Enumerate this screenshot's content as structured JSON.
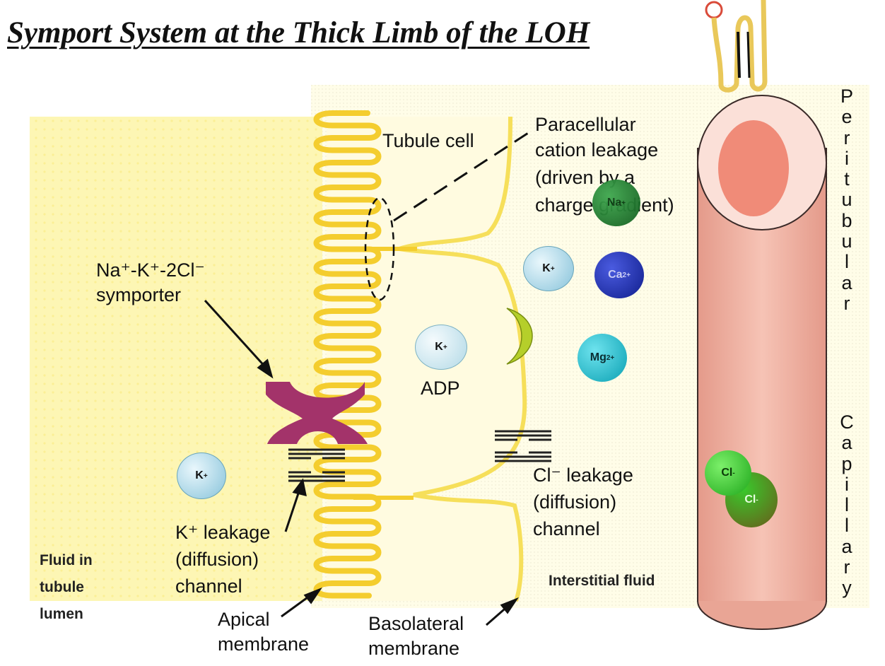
{
  "title": "Symport System at the Thick Limb of the LOH",
  "labels": {
    "tubule_cell": "Tubule cell",
    "paracellular": [
      "Paracellular",
      "cation leakage",
      "(driven by a",
      "charge gradient)"
    ],
    "symporter_line1": "Na⁺-K⁺-2Cl⁻",
    "symporter_line2": "symporter",
    "adp": "ADP",
    "k_leakage": [
      "K⁺ leakage",
      "(diffusion)",
      "channel"
    ],
    "cl_leakage": [
      "Cl⁻ leakage",
      "(diffusion)",
      "channel"
    ],
    "fluid_lumen": [
      "Fluid in",
      "tubule",
      "lumen"
    ],
    "interstitial_fluid": "Interstitial fluid",
    "apical_membrane": [
      "Apical",
      "membrane"
    ],
    "basolateral_membrane": [
      "Basolateral",
      "membrane"
    ],
    "peritubular_capillary": [
      "Peritubular",
      "Capillary"
    ]
  },
  "ions": {
    "k_lumen": {
      "base": "K",
      "charge": "+"
    },
    "k_cell": {
      "base": "K",
      "charge": "+"
    },
    "k_interstitial": {
      "base": "K",
      "charge": "+"
    },
    "na_interstitial": {
      "base": "Na",
      "charge": "+"
    },
    "ca": {
      "base": "Ca",
      "charge": "2+"
    },
    "mg": {
      "base": "Mg",
      "charge": "2+"
    },
    "cl_1": {
      "base": "Cl",
      "charge": "-"
    },
    "cl_2": {
      "base": "Cl",
      "charge": "-"
    }
  },
  "colors": {
    "lumen_fill": "#fdf6b0",
    "membrane": "#f4d23c",
    "symporter": "#a3336a",
    "capillary": "#f2b5a6",
    "capillary_inner": "#f08b78",
    "k_ion": "#a8d8ea",
    "na_ion": "#1d7a2c",
    "ca_ion": "#1f2fb8",
    "mg_ion": "#19b9c9",
    "cl_ion": "#34d12c",
    "crescent": "#b5cf2a"
  }
}
